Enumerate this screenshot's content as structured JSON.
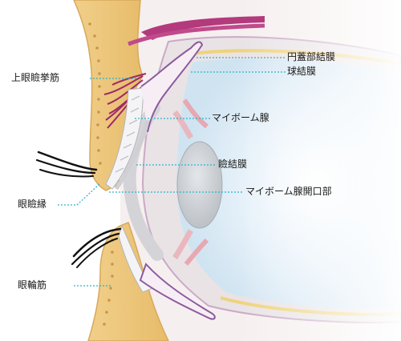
{
  "labels": {
    "levator": "上眼瞼挙筋",
    "fornix": "円蓋部結膜",
    "bulbar": "球結膜",
    "meibomian": "マイボーム腺",
    "palpebral": "瞼結膜",
    "meibomian_orifice": "マイボーム腺開口部",
    "lid_margin": "眼瞼縁",
    "orbicularis": "眼輪筋"
  },
  "colors": {
    "skin": "#ecc67c",
    "muscle": "#b33a7c",
    "conjunctiva_outline": "#8d5a9e",
    "sclera": "#d8d8dc",
    "leader_line": "#2bb3c9",
    "eye_interior": "#d7eaf6",
    "lens": "#c7ccd1"
  }
}
